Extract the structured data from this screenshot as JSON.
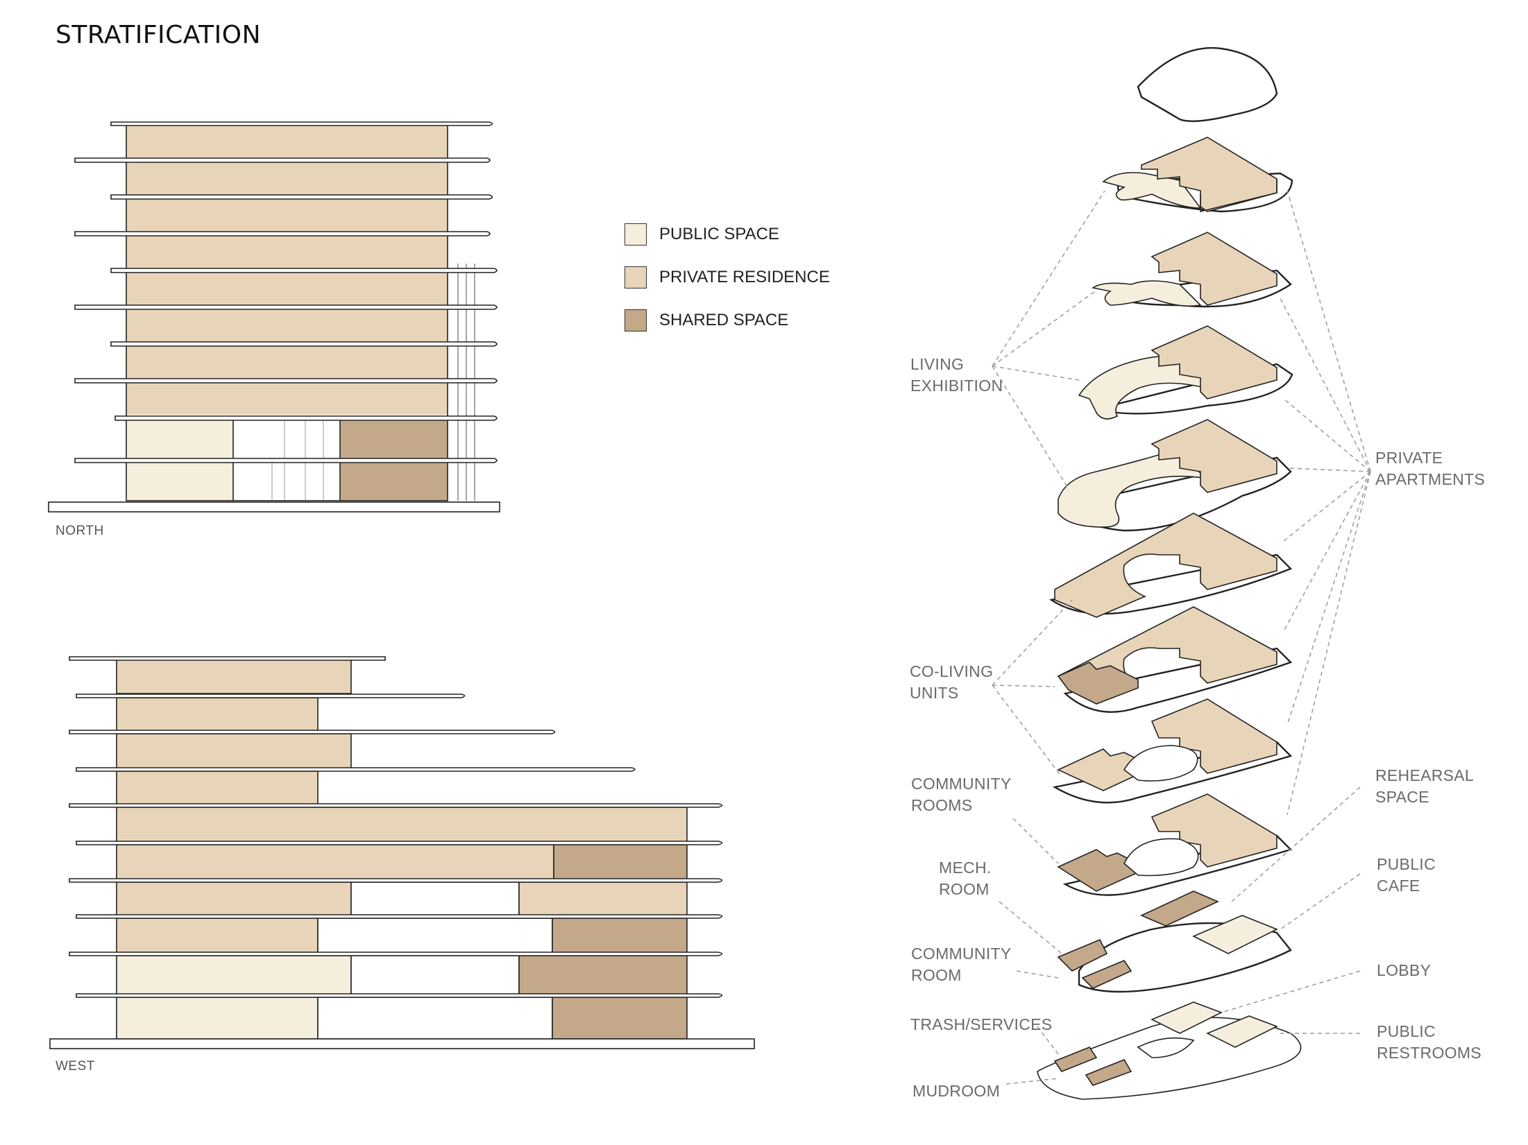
{
  "title": "STRATIFICATION",
  "colors": {
    "public": "#f5eedd",
    "private": "#e8d4b8",
    "shared": "#c3a88a",
    "line": "#222222",
    "leader": "#9a9a9a"
  },
  "legend": [
    {
      "label": "PUBLIC SPACE",
      "color": "#f5eedd"
    },
    {
      "label": "PRIVATE RESIDENCE",
      "color": "#e8d4b8"
    },
    {
      "label": "SHARED SPACE",
      "color": "#c3a88a"
    }
  ],
  "elevations": {
    "north_label": "NORTH",
    "west_label": "WEST"
  },
  "callouts": {
    "living_exhibition": "LIVING\nEXHIBITION",
    "co_living_units": "CO-LIVING\nUNITS",
    "community_rooms": "COMMUNITY\nROOMS",
    "mech_room": "MECH.\nROOM",
    "community_room": "COMMUNITY\nROOM",
    "trash_services": "TRASH/SERVICES",
    "mudroom": "MUDROOM",
    "private_apartments": "PRIVATE\nAPARTMENTS",
    "rehearsal_space": "REHEARSAL\nSPACE",
    "public_cafe": "PUBLIC\nCAFE",
    "lobby": "LOBBY",
    "public_restrooms": "PUBLIC\nRESTROOMS"
  }
}
